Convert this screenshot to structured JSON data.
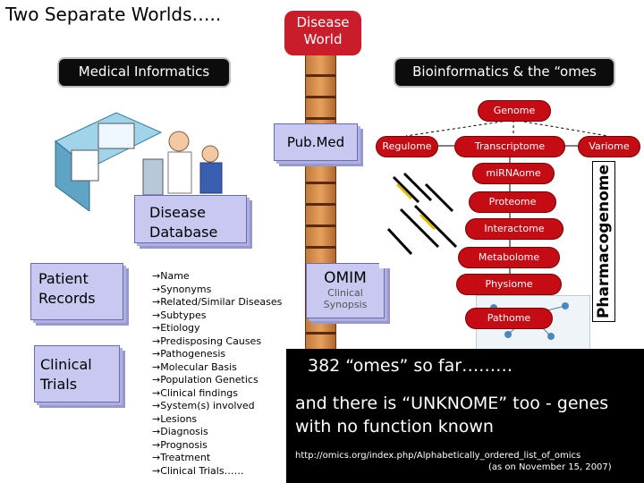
{
  "slide": {
    "title": "Two Separate Worlds…..",
    "disease_world": [
      "Disease",
      "World"
    ]
  },
  "bars": {
    "medical_informatics": "Medical Informatics",
    "bioinformatics": "Bioinformatics & the “omes"
  },
  "boxes": {
    "pubmed": "Pub.Med",
    "disease_database": [
      "Disease",
      "Database"
    ],
    "patient_records": [
      "Patient",
      "Records"
    ],
    "clinical_trials": [
      "Clinical",
      "Trials"
    ],
    "omim_title": "OMIM",
    "omim_sub": [
      "Clinical",
      "Synopsis"
    ]
  },
  "disease_fields": [
    "Name",
    "Synonyms",
    "Related/Similar Diseases",
    "Subtypes",
    "Etiology",
    "Predisposing Causes",
    "Pathogenesis",
    "Molecular Basis",
    "Population Genetics",
    "Clinical findings",
    "System(s) involved",
    "Lesions",
    "Diagnosis",
    "Prognosis",
    "Treatment",
    "Clinical Trials……"
  ],
  "omes": {
    "genome": "Genome",
    "regulome": "Regulome",
    "transcriptome": "Transcriptome",
    "variome": "Variome",
    "mirnaome": "miRNAome",
    "proteome": "Proteome",
    "interactome": "Interactome",
    "metabolome": "Metabolome",
    "physiome": "Physiome",
    "pathome": "Pathome",
    "pharmacogenome": "Pharmacogenome"
  },
  "footer": {
    "omes_count": "382 “omes” so far………",
    "unknome": "and there is “UNKNOME” too - genes with no function known",
    "url": "http://omics.org/index.php/Alphabetically_ordered_list_of_omics",
    "date": "(as on November 15, 2007)"
  },
  "colors": {
    "red_accent": "#c91d2b",
    "stack_fill": "#c8c8f0",
    "dark_bar": "#0c0c0c"
  }
}
